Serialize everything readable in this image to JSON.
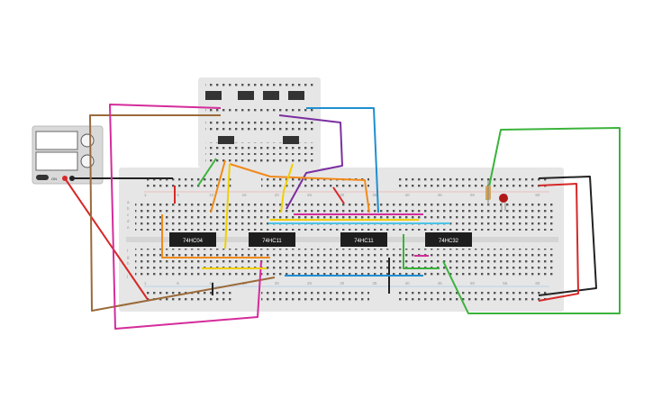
{
  "chips": [
    {
      "label": "74HC04"
    },
    {
      "label": "74HC11"
    },
    {
      "label": "74HC11"
    },
    {
      "label": "74HC32"
    }
  ],
  "main_board": {
    "column_labels": [
      "1",
      "5",
      "10",
      "15",
      "20",
      "25",
      "30",
      "35",
      "40",
      "45",
      "50",
      "55",
      "60"
    ],
    "row_labels_top": [
      "a",
      "b",
      "c",
      "d",
      "e"
    ],
    "row_labels_bottom": [
      "f",
      "g",
      "h",
      "i",
      "j"
    ]
  },
  "power_supply": {
    "label_on": "ON"
  },
  "colors": {
    "board": "#e8e8e8",
    "red": "#d62828",
    "black": "#222222",
    "green": "#3bb33b",
    "brown": "#9a6a3a",
    "magenta": "#d42c9b",
    "purple": "#7b2fa0",
    "blue": "#1f8fd0",
    "orange": "#f08a1a",
    "yellow": "#f0d000",
    "cyan": "#4dc3e6"
  }
}
